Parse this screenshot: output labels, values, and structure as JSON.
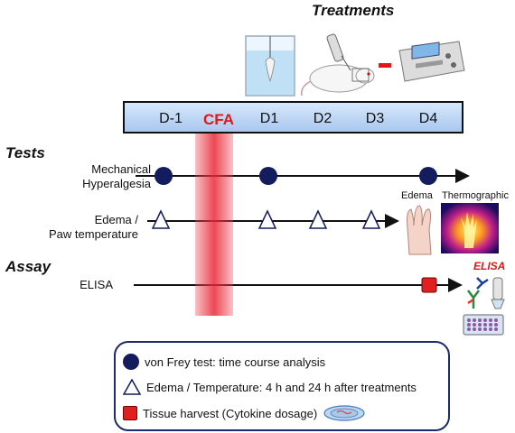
{
  "treatments": {
    "title": "Treatments"
  },
  "timeline": {
    "days": [
      "D-1",
      "CFA",
      "D1",
      "D2",
      "D3",
      "D4"
    ]
  },
  "sections": {
    "tests": "Tests",
    "assay": "Assay"
  },
  "rows": {
    "row1": {
      "line1": "Mechanical",
      "line2": "Hyperalgesia"
    },
    "row2": {
      "line1": "Edema /",
      "line2": "Paw temperature"
    },
    "row3": {
      "label": "ELISA"
    }
  },
  "icons": {
    "edema": "Edema",
    "thermographic": "Thermographic",
    "elisa": "ELISA"
  },
  "legend": {
    "circle": "von Frey test: time course analysis",
    "triangle": "Edema / Temperature: 4 h and 24 h after treatments",
    "square": "Tissue harvest (Cytokine dosage)"
  },
  "colors": {
    "circle": "#131c5c",
    "square": "#e02020",
    "cfa": "#e01818",
    "bar_top": "#d7e8fb",
    "bar_bottom": "#a9c8ee"
  },
  "marker_icons": [
    "circle-marker-icon",
    "triangle-marker-icon",
    "square-marker-icon",
    "petri-dish-icon",
    "paw-icon",
    "thermographic-paw-icon",
    "antibody-icon",
    "microplate-icon",
    "water-tank-icon",
    "rat-injection-icon",
    "stimulator-device-icon"
  ]
}
